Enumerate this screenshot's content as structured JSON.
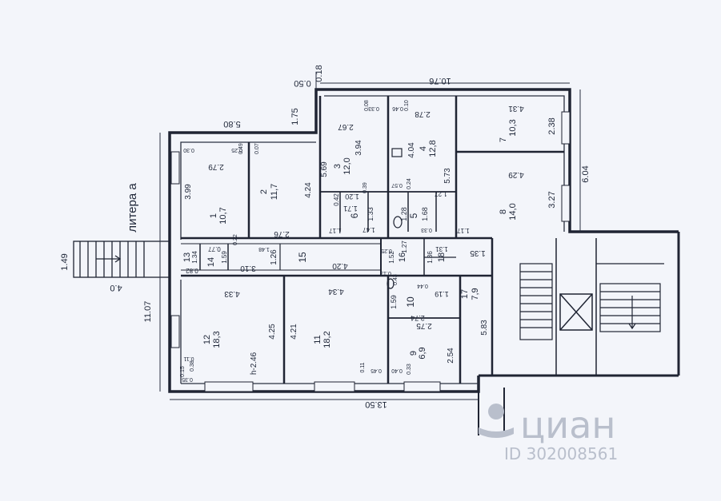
{
  "plan": {
    "building_label": "литера а",
    "top_dims": [
      "0.50",
      "0.18",
      "10.76",
      "5.80",
      "1.75"
    ],
    "left_dims": [
      "1.49",
      "4.0",
      "11.07"
    ],
    "right_dims": [
      "6.04",
      "2.38",
      "3.27"
    ],
    "bottom_dims": [
      "13.50"
    ],
    "rooms": [
      {
        "number": "1",
        "area": "10,7",
        "dims": [
          "2.79",
          "3.99",
          "2.76"
        ]
      },
      {
        "number": "2",
        "area": "11,7",
        "dims": [
          "4.24"
        ]
      },
      {
        "number": "3",
        "area": "12,0",
        "dims": [
          "2.67",
          "3.94",
          "5.69"
        ]
      },
      {
        "number": "4",
        "area": "12,8",
        "dims": [
          "2.78",
          "4.04",
          "5.73"
        ]
      },
      {
        "number": "5",
        "area": "",
        "dims": [
          "1.28",
          "1.68"
        ]
      },
      {
        "number": "6",
        "area": "",
        "dims": [
          "1.20",
          "1.33",
          "1.71"
        ]
      },
      {
        "number": "7",
        "area": "10,3",
        "dims": [
          "4.31"
        ]
      },
      {
        "number": "8",
        "area": "14,0",
        "dims": [
          "4.29"
        ]
      },
      {
        "number": "9",
        "area": "6,9",
        "dims": [
          "2.54"
        ]
      },
      {
        "number": "10",
        "area": "",
        "dims": [
          "1.59",
          "2.74",
          "1.19",
          "2.75"
        ]
      },
      {
        "number": "11",
        "area": "18,2",
        "dims": [
          "4.34",
          "4.21"
        ]
      },
      {
        "number": "12",
        "area": "18,3",
        "dims": [
          "4.33",
          "4.25",
          "h-2.46"
        ]
      },
      {
        "number": "13",
        "area": "",
        "dims": [
          "1.34",
          "0.82"
        ]
      },
      {
        "number": "14",
        "area": "",
        "dims": [
          "0.77",
          "1.59"
        ]
      },
      {
        "number": "15",
        "area": "",
        "dims": [
          "1.26",
          "3.10",
          "4.20"
        ]
      },
      {
        "number": "16",
        "area": "",
        "dims": [
          "1.52",
          "1.27"
        ]
      },
      {
        "number": "17",
        "area": "7,9",
        "dims": [
          "5.83",
          "1.35"
        ]
      },
      {
        "number": "18",
        "area": "",
        "dims": [
          "1.31",
          "1.36"
        ]
      }
    ],
    "small_dims": [
      "0.30",
      "0.25",
      "0.49",
      "0.07",
      "0.08",
      "0.33",
      "0.46",
      "0.10",
      "0.42",
      "0.39",
      "0.57",
      "0.24",
      "1.47",
      "1.27",
      "1.17",
      "1.17",
      "0.33",
      "1.48",
      "0.11",
      "0.38",
      "0.15",
      "0.35",
      "0.11",
      "0.45",
      "0.40",
      "0.33",
      "0.43",
      "0.44",
      "0.13",
      "0.25",
      "0.22"
    ]
  },
  "watermark": {
    "brand": "циан",
    "id": "ID 302008561"
  }
}
